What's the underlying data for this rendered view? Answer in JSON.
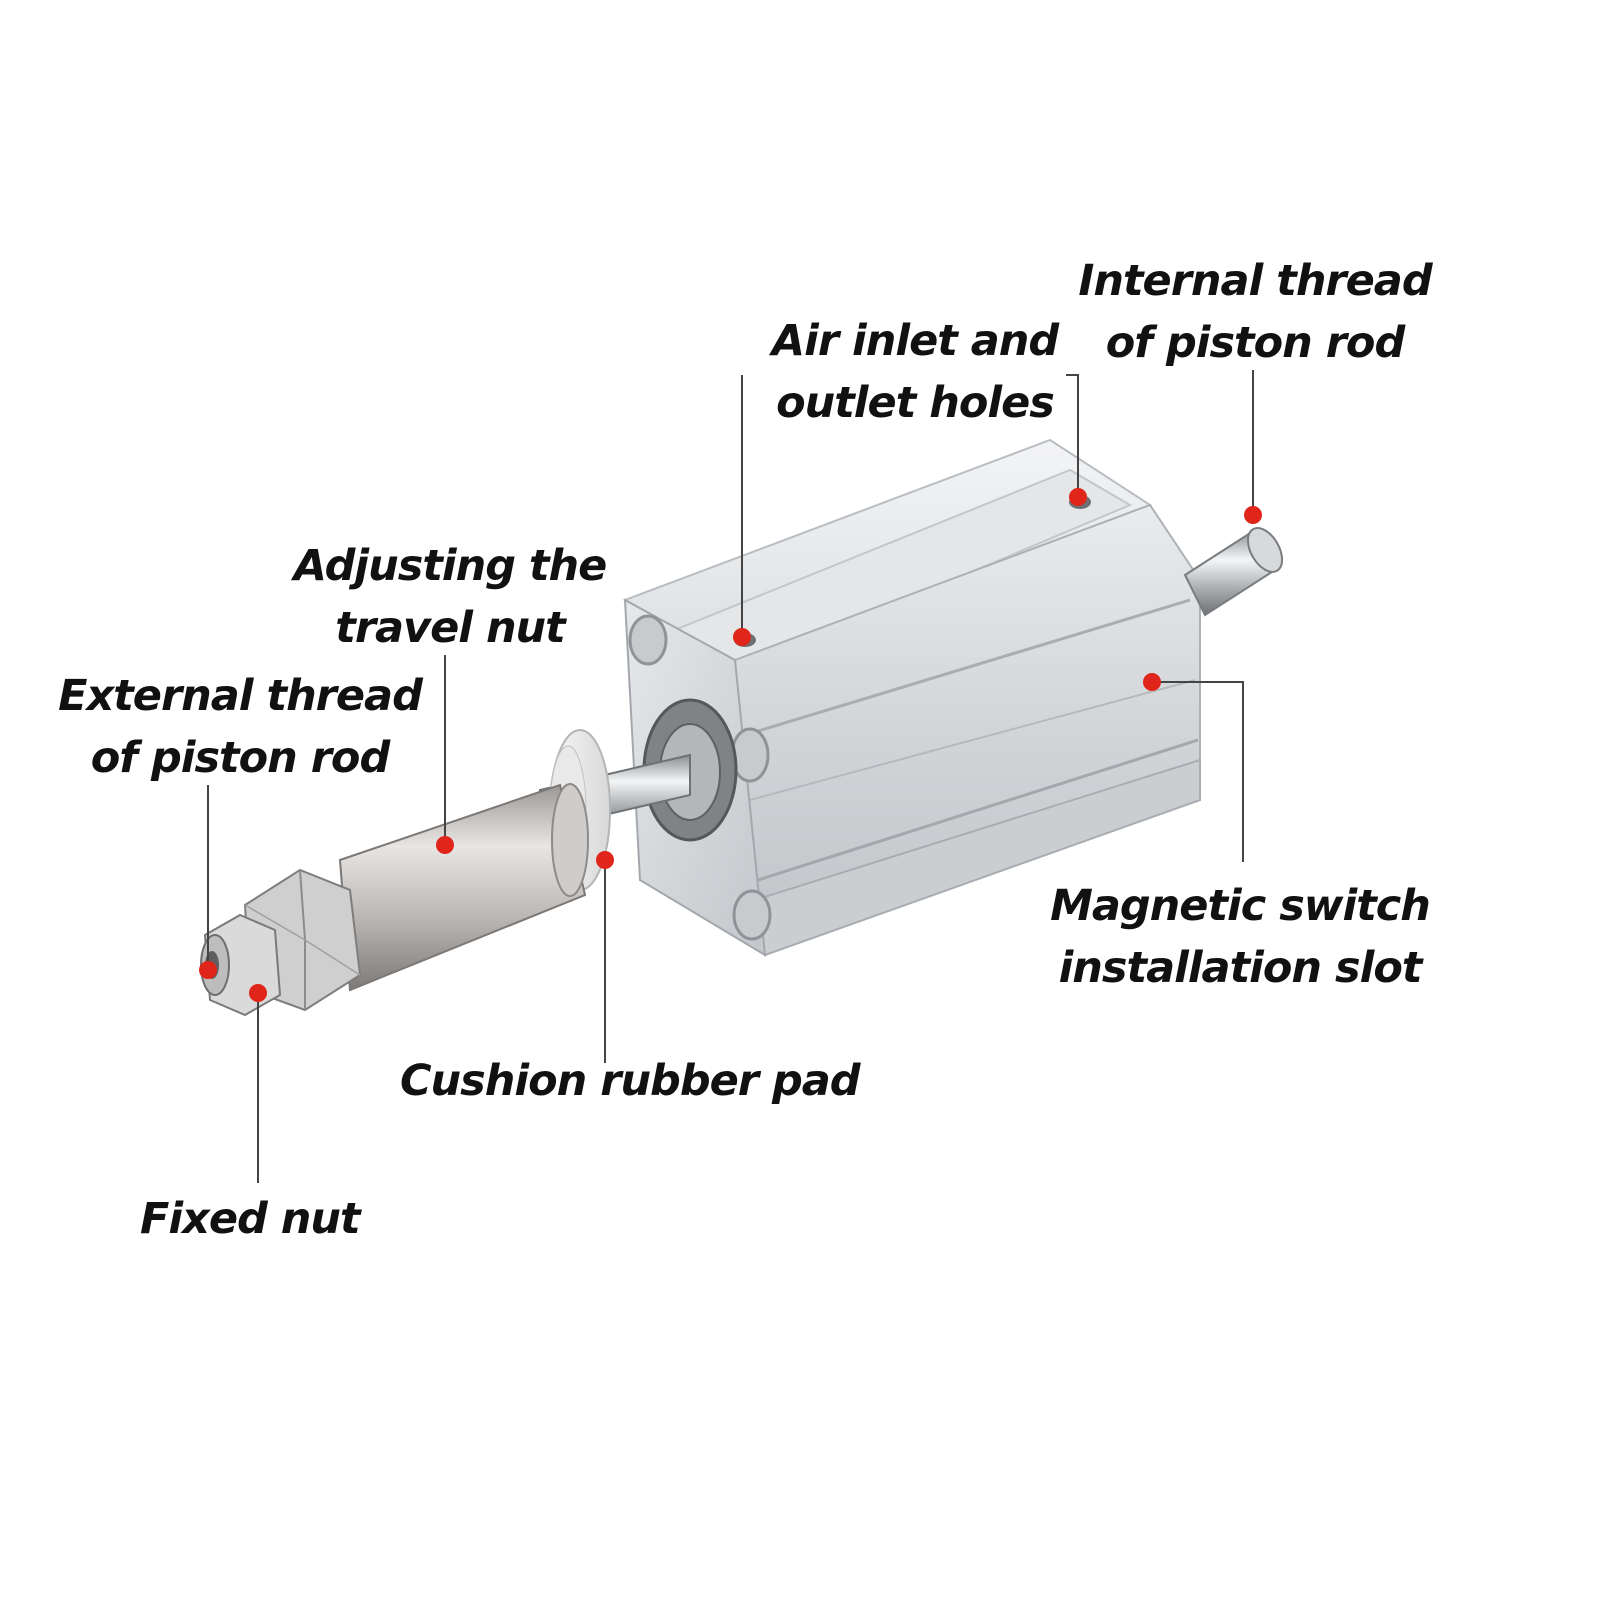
{
  "labels": {
    "internal_thread": {
      "line1": "Internal thread",
      "line2": "of piston rod"
    },
    "air_holes": {
      "line1": "Air inlet and",
      "line2": "outlet holes"
    },
    "adjusting_nut": {
      "line1": "Adjusting the",
      "line2": "travel nut"
    },
    "external_thread": {
      "line1": "External thread",
      "line2": "of piston rod"
    },
    "magnetic_slot": {
      "line1": "Magnetic switch",
      "line2": "installation slot"
    },
    "cushion_pad": {
      "line1": "Cushion rubber pad"
    },
    "fixed_nut": {
      "line1": "Fixed nut"
    }
  },
  "colors": {
    "marker": "#e0261b",
    "leader": "#444444",
    "text": "#111111",
    "aluminum": "#d9dcdf",
    "steel": "#c5c7c9"
  }
}
